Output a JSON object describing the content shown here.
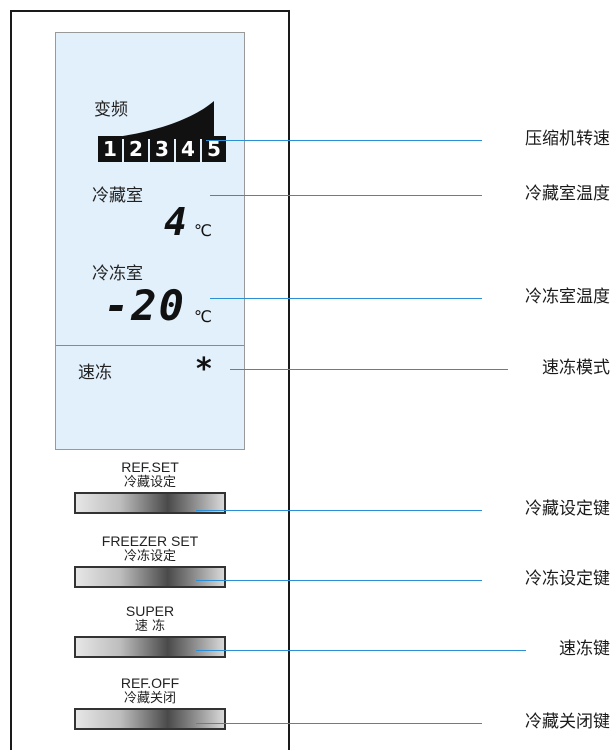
{
  "lcd": {
    "inverter_label": "变频",
    "speed_digits": [
      "1",
      "2",
      "3",
      "4",
      "5"
    ],
    "fridge_label": "冷藏室",
    "fridge_temp": "4",
    "fridge_unit": "℃",
    "freezer_label": "冷冻室",
    "freezer_temp": "-20",
    "freezer_unit": "℃",
    "quick_freeze_label": "速冻",
    "quick_freeze_icon": "*"
  },
  "buttons": [
    {
      "en": "REF.SET",
      "cn": "冷藏设定"
    },
    {
      "en": "FREEZER SET",
      "cn": "冷冻设定"
    },
    {
      "en": "SUPER",
      "cn": "速 冻"
    },
    {
      "en": "REF.OFF",
      "cn": "冷藏关闭"
    }
  ],
  "callouts": {
    "compressor_speed": "压缩机转速",
    "fridge_temp": "冷藏室温度",
    "freezer_temp": "冷冻室温度",
    "quick_freeze_mode": "速冻模式",
    "ref_set_key": "冷藏设定键",
    "freezer_set_key": "冷冻设定键",
    "super_key": "速冻键",
    "ref_off_key": "冷藏关闭键"
  },
  "colors": {
    "lcd_background": "#e2f0fb",
    "leader_line": "#2b8fd6",
    "text": "#1a1a1a"
  }
}
